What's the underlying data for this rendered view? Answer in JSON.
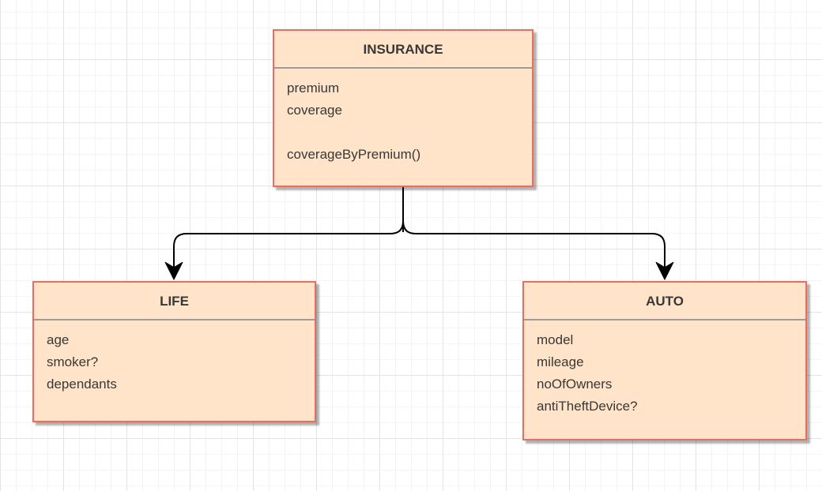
{
  "diagram": {
    "classes": [
      {
        "name": "INSURANCE",
        "attributes": [
          "premium",
          "coverage"
        ],
        "methods": [
          "coverageByPremium()"
        ]
      },
      {
        "name": "LIFE",
        "attributes": [
          "age",
          "smoker?",
          "dependants"
        ],
        "methods": []
      },
      {
        "name": "AUTO",
        "attributes": [
          "model",
          "mileage",
          "noOfOwners",
          "antiTheftDevice?"
        ],
        "methods": []
      }
    ],
    "relationships": [
      {
        "from": "INSURANCE",
        "to": "LIFE",
        "style": "rounded-orthogonal",
        "arrowhead": "classic"
      },
      {
        "from": "INSURANCE",
        "to": "AUTO",
        "style": "rounded-orthogonal",
        "arrowhead": "classic"
      }
    ],
    "colors": {
      "box_fill": "#ffe4c9",
      "box_border": "#ea6d62",
      "separator": "#9b9b9b",
      "text": "#383838",
      "connector": "#000000",
      "grid_minor": "#f4f4f4",
      "grid_major": "#e3e3e3",
      "background": "#ffffff"
    }
  }
}
